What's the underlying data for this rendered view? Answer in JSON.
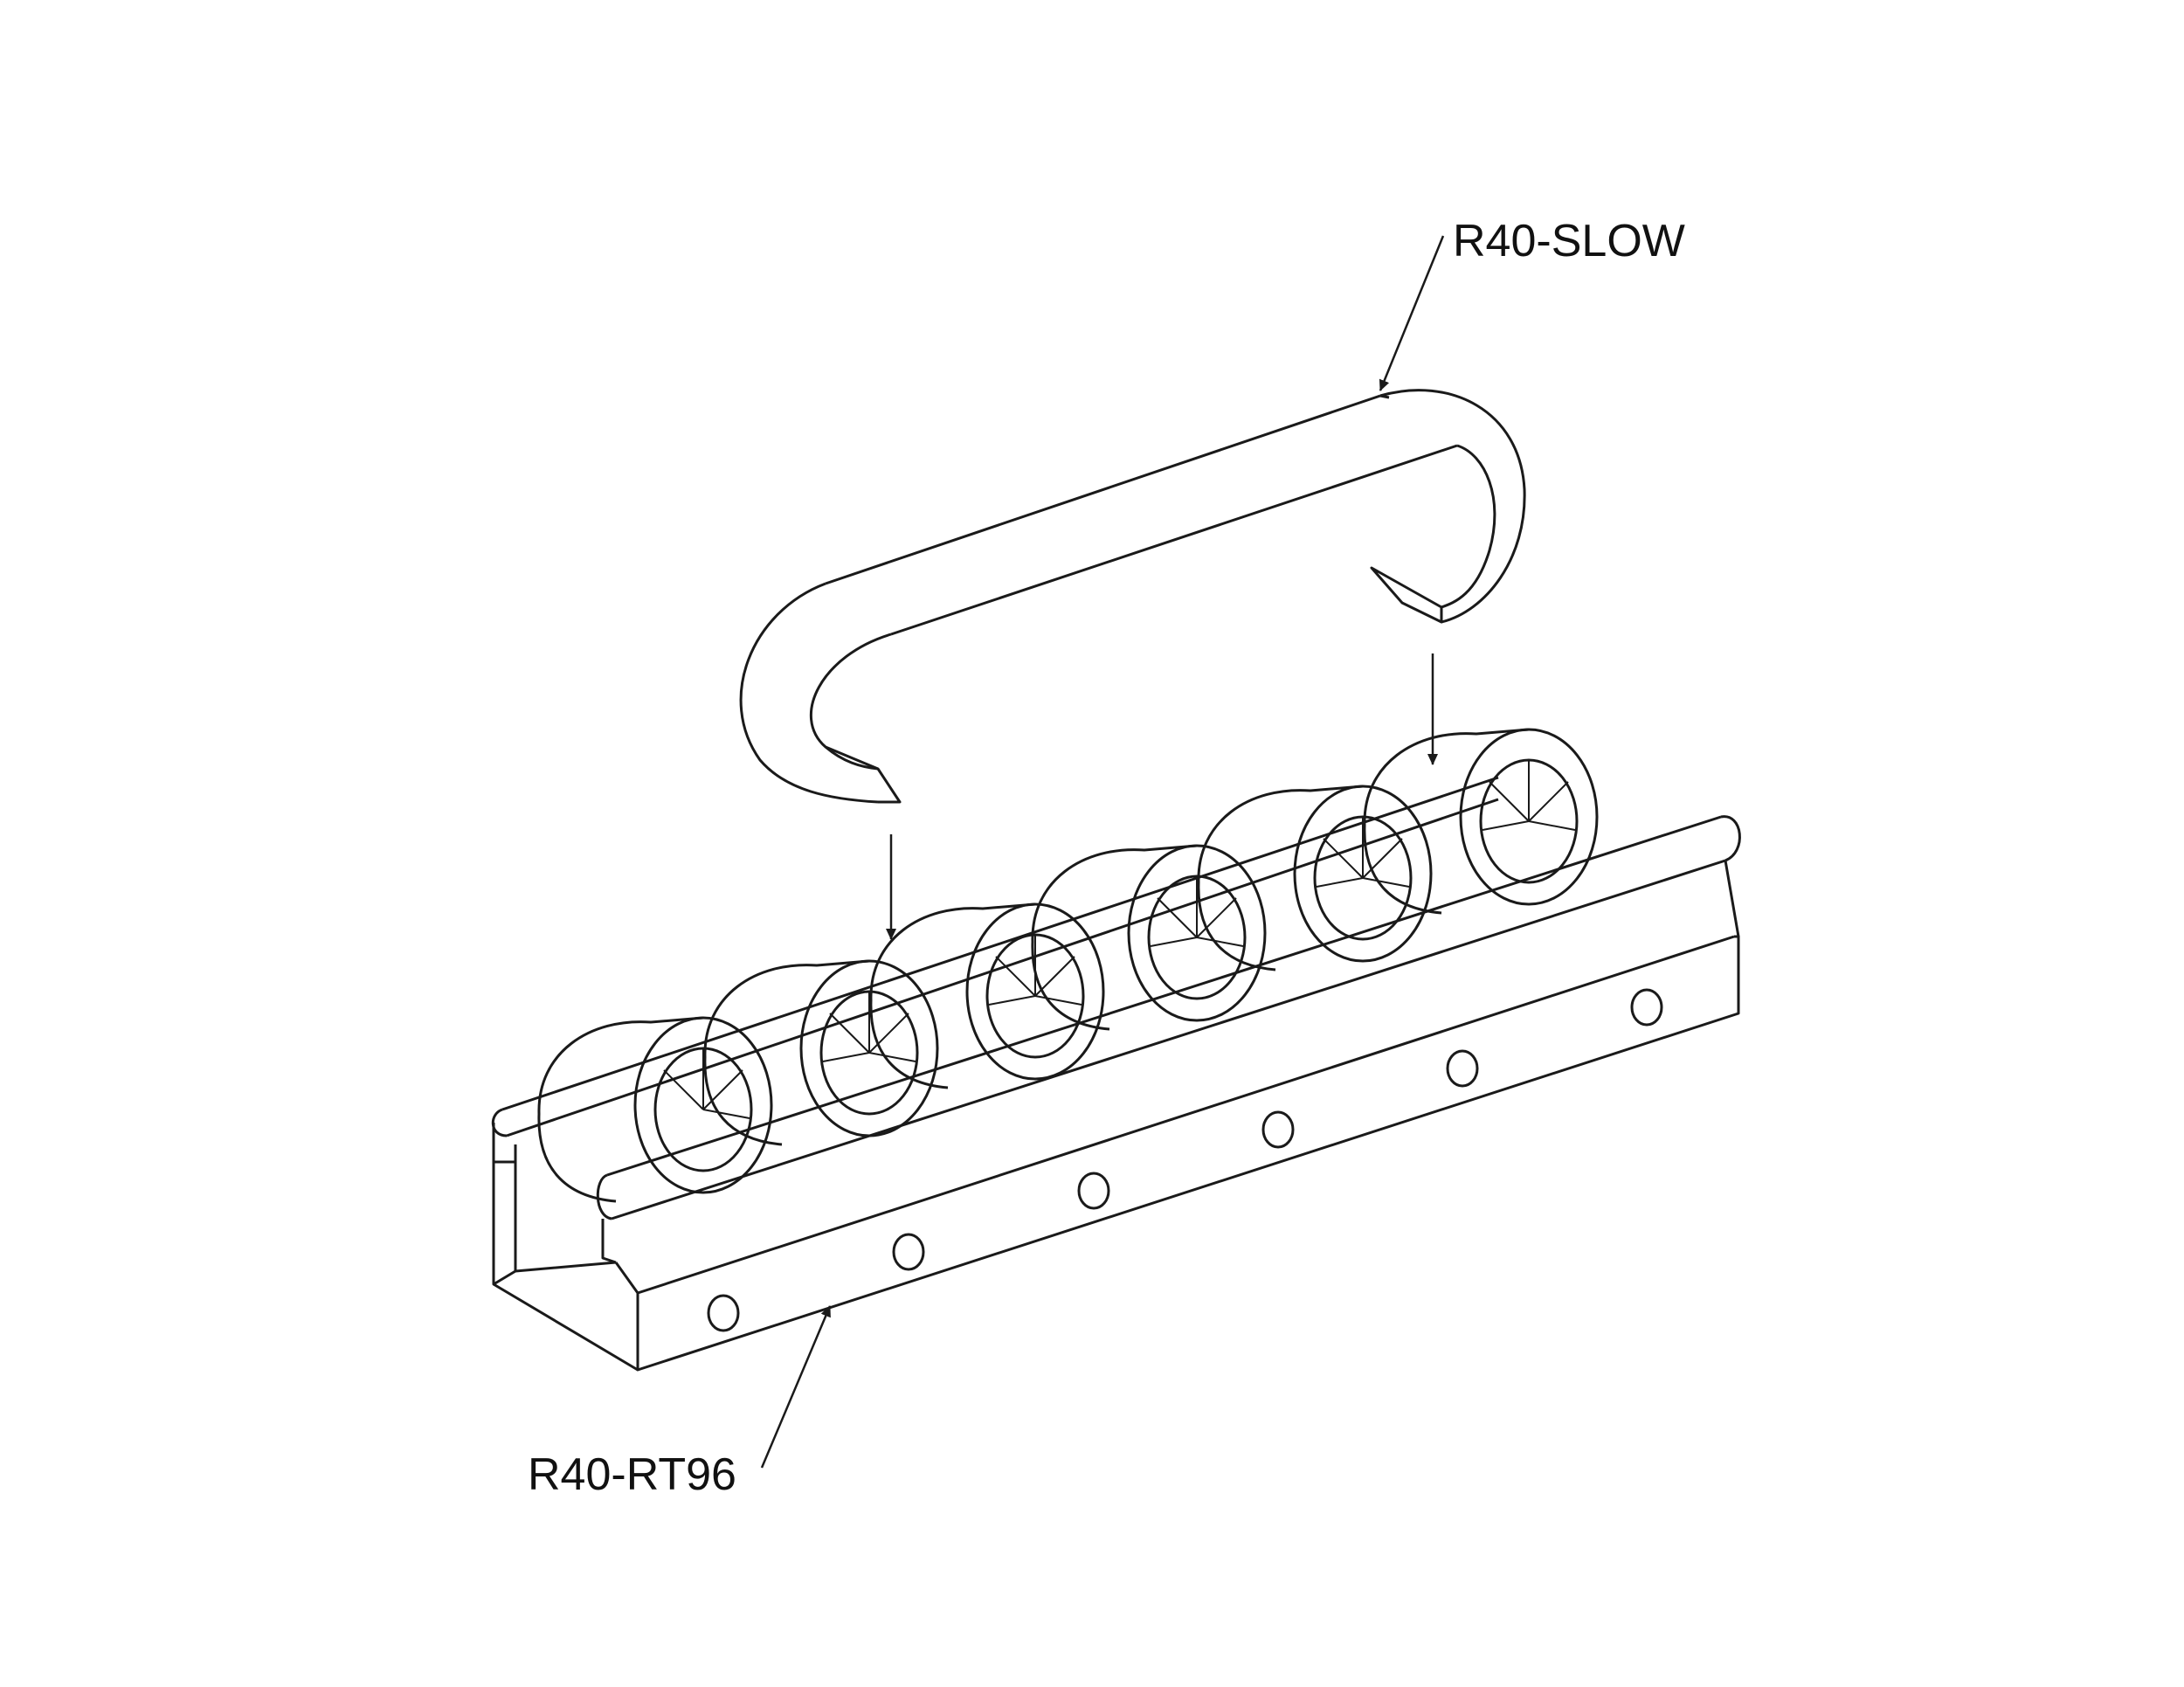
{
  "callouts": {
    "top_label": "R40-SLOW",
    "bottom_label": "R40-RT96"
  },
  "colors": {
    "line": "#1a1a1a",
    "background": "#ffffff"
  },
  "parts": {
    "wheel_count": 6,
    "mounting_hole_count": 6
  }
}
